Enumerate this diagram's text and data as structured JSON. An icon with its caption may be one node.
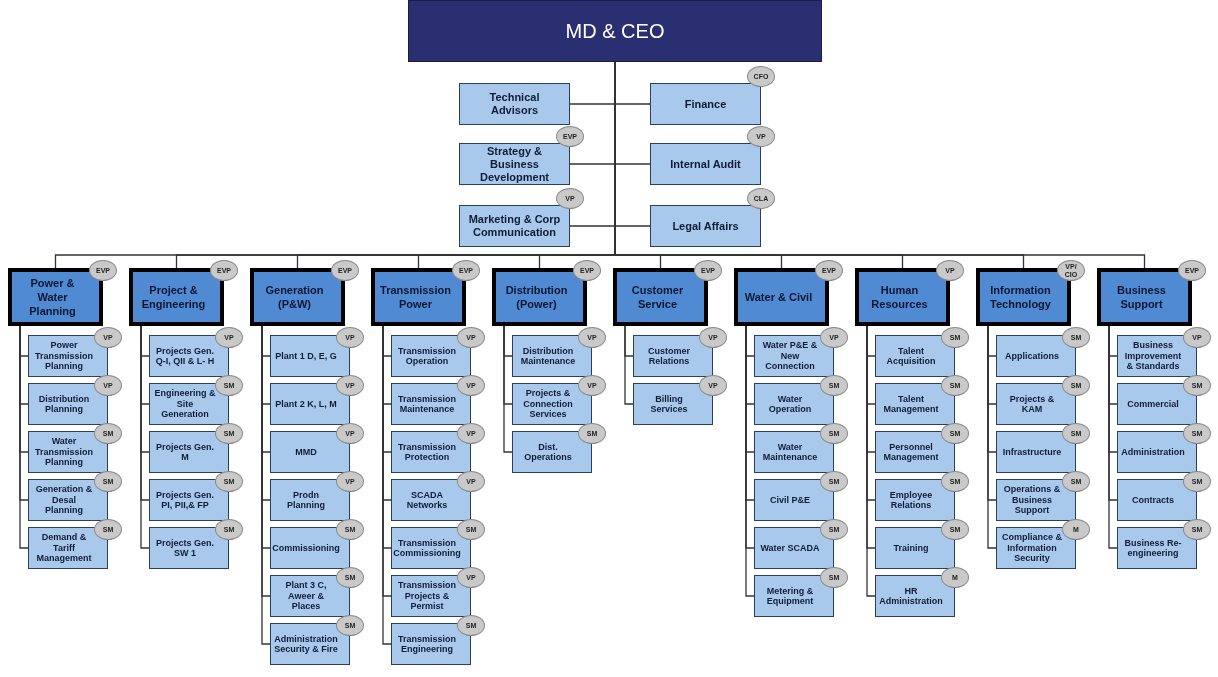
{
  "diagram": {
    "nodes": [
      {
        "text": [
          "MD & CEO"
        ]
      },
      {
        "text": [
          "Technical Advisors"
        ]
      },
      {
        "text": [
          "Finance"
        ],
        "beside": [
          "CFO"
        ]
      },
      {
        "text": [
          "Strategy & Business Development"
        ],
        "beside": [
          "EVP"
        ]
      },
      {
        "text": [
          "Internal Audit"
        ],
        "beside": [
          "VP"
        ]
      },
      {
        "text": [
          "Marketing & Corp Communication"
        ],
        "beside": [
          "VP"
        ]
      },
      {
        "text": [
          "Legal Affairs"
        ],
        "beside": [
          "CLA"
        ]
      },
      {
        "text": [
          "Power & Water Planning"
        ],
        "beside": [
          "EVP"
        ]
      },
      {
        "text": [
          "Power Transmission Planning"
        ],
        "beside": [
          "VP"
        ]
      },
      {
        "text": [
          "Distribution Planning"
        ],
        "beside": [
          "VP"
        ]
      },
      {
        "text": [
          "Water Transmission Planning"
        ],
        "beside": [
          "SM"
        ]
      },
      {
        "text": [
          "Generation & Desal Planning"
        ],
        "beside": [
          "SM"
        ]
      },
      {
        "text": [
          "Demand & Tariff Management"
        ],
        "beside": [
          "SM"
        ]
      },
      {
        "text": [
          "Project & Engineering"
        ],
        "beside": [
          "EVP"
        ]
      },
      {
        "text": [
          "Projects Gen. Q-I, QII & L- H"
        ],
        "beside": [
          "VP"
        ]
      },
      {
        "text": [
          "Engineering & Site Generation"
        ],
        "beside": [
          "SM"
        ]
      },
      {
        "text": [
          "Projects Gen. M"
        ],
        "beside": [
          "SM"
        ]
      },
      {
        "text": [
          "Projects Gen. PI, PII,& FP"
        ],
        "beside": [
          "SM"
        ]
      },
      {
        "text": [
          "Projects Gen. SW 1"
        ],
        "beside": [
          "SM"
        ]
      },
      {
        "text": [
          "Generation (P&W)"
        ],
        "beside": [
          "EVP"
        ]
      },
      {
        "text": [
          "Plant 1 D, E, G"
        ],
        "beside": [
          "VP"
        ]
      },
      {
        "text": [
          "Plant 2 K, L, M"
        ],
        "beside": [
          "VP"
        ]
      },
      {
        "text": [
          "MMD"
        ],
        "beside": [
          "VP"
        ]
      },
      {
        "text": [
          "Prodn Planning"
        ],
        "beside": [
          "VP"
        ]
      },
      {
        "text": [
          "Commissioning"
        ],
        "beside": [
          "SM"
        ]
      },
      {
        "text": [
          "Plant 3 C, Aweer & Places"
        ],
        "beside": [
          "SM"
        ]
      },
      {
        "text": [
          "Administration Security & Fire"
        ],
        "beside": [
          "SM"
        ]
      },
      {
        "text": [
          "Transmission Power"
        ],
        "beside": [
          "EVP"
        ]
      },
      {
        "text": [
          "Transmission Operation"
        ],
        "beside": [
          "VP"
        ]
      },
      {
        "text": [
          "Transmission Maintenance"
        ],
        "beside": [
          "VP"
        ]
      },
      {
        "text": [
          "Transmission Protection"
        ],
        "beside": [
          "VP"
        ]
      },
      {
        "text": [
          "SCADA Networks"
        ],
        "beside": [
          "VP"
        ]
      },
      {
        "text": [
          "Transmission Commissioning"
        ],
        "beside": [
          "SM"
        ]
      },
      {
        "text": [
          "Transmission Projects & Permist"
        ],
        "beside": [
          "VP"
        ]
      },
      {
        "text": [
          "Transmission Engineering"
        ],
        "beside": [
          "SM"
        ]
      },
      {
        "text": [
          "Distribution (Power)"
        ],
        "beside": [
          "EVP"
        ]
      },
      {
        "text": [
          "Distribution Maintenance"
        ],
        "beside": [
          "VP"
        ]
      },
      {
        "text": [
          "Projects & Connection Services"
        ],
        "beside": [
          "VP"
        ]
      },
      {
        "text": [
          "Dist. Operations"
        ],
        "beside": [
          "SM"
        ]
      },
      {
        "text": [
          "Customer Service"
        ],
        "beside": [
          "EVP"
        ]
      },
      {
        "text": [
          "Customer Relations"
        ],
        "beside": [
          "VP"
        ]
      },
      {
        "text": [
          "Billing Services"
        ],
        "beside": [
          "VP"
        ]
      },
      {
        "text": [
          "Water & Civil"
        ],
        "beside": [
          "EVP"
        ]
      },
      {
        "text": [
          "Water P&E & New Connection"
        ],
        "beside": [
          "VP"
        ]
      },
      {
        "text": [
          "Water Operation"
        ],
        "beside": [
          "SM"
        ]
      },
      {
        "text": [
          "Water Maintenance"
        ],
        "beside": [
          "SM"
        ]
      },
      {
        "text": [
          "Civil P&E"
        ],
        "beside": [
          "SM"
        ]
      },
      {
        "text": [
          "Water SCADA"
        ],
        "beside": [
          "SM"
        ]
      },
      {
        "text": [
          "Metering & Equipment"
        ],
        "beside": [
          "SM"
        ]
      },
      {
        "text": [
          "Human Resources"
        ],
        "beside": [
          "VP"
        ]
      },
      {
        "text": [
          "Talent Acquisition"
        ],
        "beside": [
          "SM"
        ]
      },
      {
        "text": [
          "Talent Management"
        ],
        "beside": [
          "SM"
        ]
      },
      {
        "text": [
          "Personnel Management"
        ],
        "beside": [
          "SM"
        ]
      },
      {
        "text": [
          "Employee Relations"
        ],
        "beside": [
          "SM"
        ]
      },
      {
        "text": [
          "Training"
        ],
        "beside": [
          "SM"
        ]
      },
      {
        "text": [
          "HR Administration"
        ],
        "beside": [
          "M"
        ]
      },
      {
        "text": [
          "Information Technology"
        ],
        "beside": [
          "VP/ CIO"
        ]
      },
      {
        "text": [
          "Applications"
        ],
        "beside": [
          "SM"
        ]
      },
      {
        "text": [
          "Projects & KAM"
        ],
        "beside": [
          "SM"
        ]
      },
      {
        "text": [
          "Infrastructure"
        ],
        "beside": [
          "SM"
        ]
      },
      {
        "text": [
          "Operations & Business Support"
        ],
        "beside": [
          "SM"
        ]
      },
      {
        "text": [
          "Compliance & Information Security"
        ],
        "beside": [
          "M"
        ]
      },
      {
        "text": [
          "Business Support"
        ],
        "beside": [
          "EVP"
        ]
      },
      {
        "text": [
          "Business Improvement & Standards"
        ],
        "beside": [
          "VP"
        ]
      },
      {
        "text": [
          "Commercial"
        ],
        "beside": [
          "SM"
        ]
      },
      {
        "text": [
          "Administration"
        ],
        "beside": [
          "SM"
        ]
      },
      {
        "text": [
          "Contracts"
        ],
        "beside": [
          "SM"
        ]
      },
      {
        "text": [
          "Business Re-engineering"
        ],
        "beside": [
          "SM"
        ]
      }
    ],
    "edges": [
      {
        "from": 0,
        "to": 1,
        "arrow": "none"
      },
      {
        "from": 0,
        "to": 2,
        "arrow": "none"
      },
      {
        "from": 0,
        "to": 3,
        "arrow": "none"
      },
      {
        "from": 0,
        "to": 4,
        "arrow": "none"
      },
      {
        "from": 0,
        "to": 5,
        "arrow": "none"
      },
      {
        "from": 0,
        "to": 6,
        "arrow": "none"
      },
      {
        "from": 0,
        "to": 7,
        "arrow": "none"
      },
      {
        "from": 0,
        "to": 13,
        "arrow": "none"
      },
      {
        "from": 0,
        "to": 19,
        "arrow": "none"
      },
      {
        "from": 0,
        "to": 27,
        "arrow": "none"
      },
      {
        "from": 0,
        "to": 35,
        "arrow": "none"
      },
      {
        "from": 0,
        "to": 39,
        "arrow": "none"
      },
      {
        "from": 0,
        "to": 42,
        "arrow": "none"
      },
      {
        "from": 0,
        "to": 49,
        "arrow": "none"
      },
      {
        "from": 0,
        "to": 56,
        "arrow": "none"
      },
      {
        "from": 0,
        "to": 62,
        "arrow": "none"
      },
      {
        "from": 7,
        "to": 8,
        "arrow": "none"
      },
      {
        "from": 7,
        "to": 9,
        "arrow": "none"
      },
      {
        "from": 7,
        "to": 10,
        "arrow": "none"
      },
      {
        "from": 7,
        "to": 11,
        "arrow": "none"
      },
      {
        "from": 7,
        "to": 12,
        "arrow": "none"
      },
      {
        "from": 13,
        "to": 14,
        "arrow": "none"
      },
      {
        "from": 13,
        "to": 15,
        "arrow": "none"
      },
      {
        "from": 13,
        "to": 16,
        "arrow": "none"
      },
      {
        "from": 13,
        "to": 17,
        "arrow": "none"
      },
      {
        "from": 13,
        "to": 18,
        "arrow": "none"
      },
      {
        "from": 19,
        "to": 20,
        "arrow": "none"
      },
      {
        "from": 19,
        "to": 21,
        "arrow": "none"
      },
      {
        "from": 19,
        "to": 22,
        "arrow": "none"
      },
      {
        "from": 19,
        "to": 23,
        "arrow": "none"
      },
      {
        "from": 19,
        "to": 24,
        "arrow": "none"
      },
      {
        "from": 19,
        "to": 25,
        "arrow": "none"
      },
      {
        "from": 19,
        "to": 26,
        "arrow": "none"
      },
      {
        "from": 27,
        "to": 28,
        "arrow": "none"
      },
      {
        "from": 27,
        "to": 29,
        "arrow": "none"
      },
      {
        "from": 27,
        "to": 30,
        "arrow": "none"
      },
      {
        "from": 27,
        "to": 31,
        "arrow": "none"
      },
      {
        "from": 27,
        "to": 32,
        "arrow": "none"
      },
      {
        "from": 27,
        "to": 33,
        "arrow": "none"
      },
      {
        "from": 27,
        "to": 34,
        "arrow": "none"
      },
      {
        "from": 35,
        "to": 36,
        "arrow": "none"
      },
      {
        "from": 35,
        "to": 37,
        "arrow": "none"
      },
      {
        "from": 35,
        "to": 38,
        "arrow": "none"
      },
      {
        "from": 39,
        "to": 40,
        "arrow": "none"
      },
      {
        "from": 39,
        "to": 41,
        "arrow": "none"
      },
      {
        "from": 42,
        "to": 43,
        "arrow": "none"
      },
      {
        "from": 42,
        "to": 44,
        "arrow": "none"
      },
      {
        "from": 42,
        "to": 45,
        "arrow": "none"
      },
      {
        "from": 42,
        "to": 46,
        "arrow": "none"
      },
      {
        "from": 42,
        "to": 47,
        "arrow": "none"
      },
      {
        "from": 42,
        "to": 48,
        "arrow": "none"
      },
      {
        "from": 49,
        "to": 50,
        "arrow": "none"
      },
      {
        "from": 49,
        "to": 51,
        "arrow": "none"
      },
      {
        "from": 49,
        "to": 52,
        "arrow": "none"
      },
      {
        "from": 49,
        "to": 53,
        "arrow": "none"
      },
      {
        "from": 49,
        "to": 54,
        "arrow": "none"
      },
      {
        "from": 49,
        "to": 55,
        "arrow": "none"
      },
      {
        "from": 56,
        "to": 57,
        "arrow": "none"
      },
      {
        "from": 56,
        "to": 58,
        "arrow": "none"
      },
      {
        "from": 56,
        "to": 59,
        "arrow": "none"
      },
      {
        "from": 56,
        "to": 60,
        "arrow": "none"
      },
      {
        "from": 56,
        "to": 61,
        "arrow": "none"
      },
      {
        "from": 62,
        "to": 63,
        "arrow": "none"
      },
      {
        "from": 62,
        "to": 64,
        "arrow": "none"
      },
      {
        "from": 62,
        "to": 65,
        "arrow": "none"
      },
      {
        "from": 62,
        "to": 66,
        "arrow": "none"
      },
      {
        "from": 62,
        "to": 67,
        "arrow": "none"
      }
    ]
  }
}
